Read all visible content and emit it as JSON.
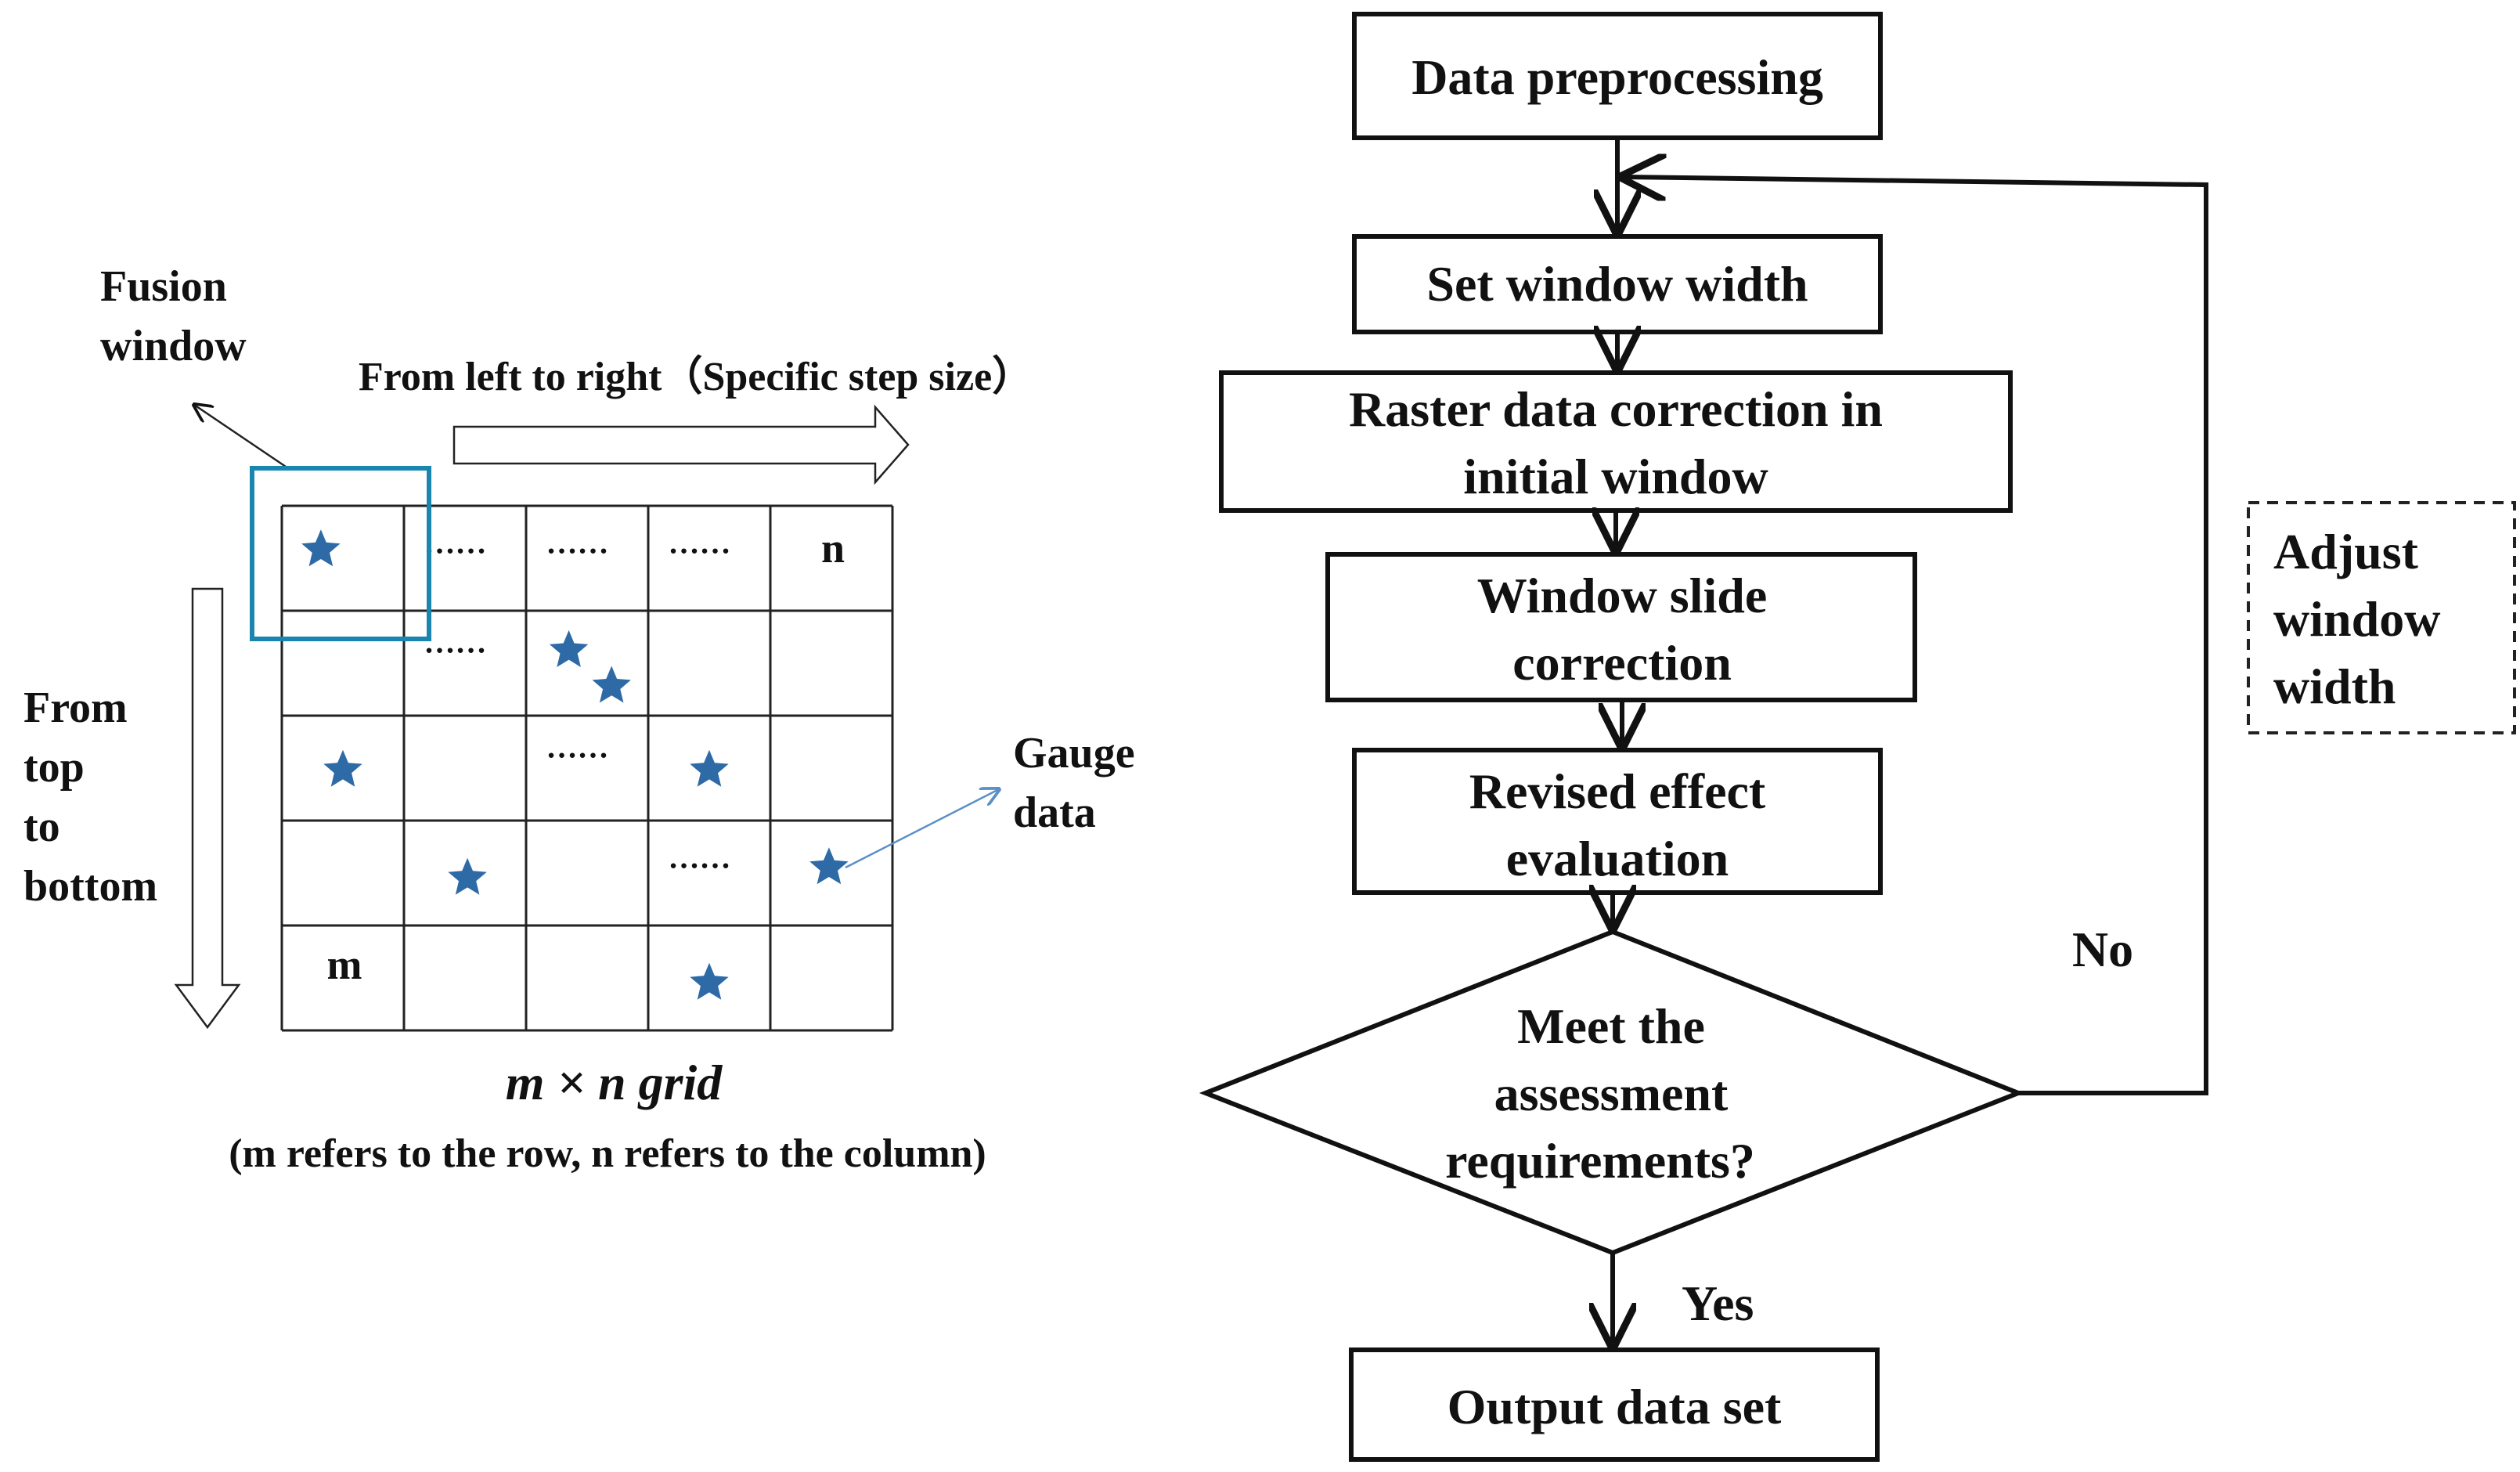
{
  "left_panel": {
    "fusion_window_label": [
      "Fusion",
      "window"
    ],
    "direction_horizontal": "From left to right（Specific step size）",
    "direction_vertical": [
      "From",
      "top",
      "to",
      "bottom"
    ],
    "gauge_label": [
      "Gauge",
      "data"
    ],
    "grid_row_label": "m",
    "grid_col_label": "n",
    "ellipsis": "……",
    "grid_title": "m × n grid",
    "grid_caption": "(m refers to the row, n refers to the column)",
    "grid_rows": 5,
    "grid_cols": 5,
    "stars": [
      [
        0,
        0
      ],
      [
        1,
        2
      ],
      [
        1,
        2.4
      ],
      [
        2,
        0
      ],
      [
        2,
        3
      ],
      [
        3,
        1
      ],
      [
        3,
        4
      ],
      [
        4,
        3
      ]
    ],
    "dots": [
      [
        0,
        1
      ],
      [
        0,
        2
      ],
      [
        0,
        3
      ],
      [
        1,
        1
      ],
      [
        2,
        2
      ],
      [
        3,
        3
      ]
    ]
  },
  "flowchart": {
    "step_preprocess": "Data preprocessing",
    "step_window_width": "Set window width",
    "step_raster": [
      "Raster data correction in",
      "initial window"
    ],
    "step_slide": [
      "Window slide",
      "correction"
    ],
    "step_evaluation": [
      "Revised effect",
      "evaluation"
    ],
    "decision": [
      "Meet the",
      "assessment",
      "requirements?"
    ],
    "label_yes": "Yes",
    "label_no": "No",
    "adjust": [
      "Adjust",
      "window",
      "width"
    ],
    "step_output": "Output data set"
  },
  "colors": {
    "star": "#2e6aa6",
    "fusion_window": "#1a86b0",
    "gauge_arrow": "#5b8fc7"
  }
}
